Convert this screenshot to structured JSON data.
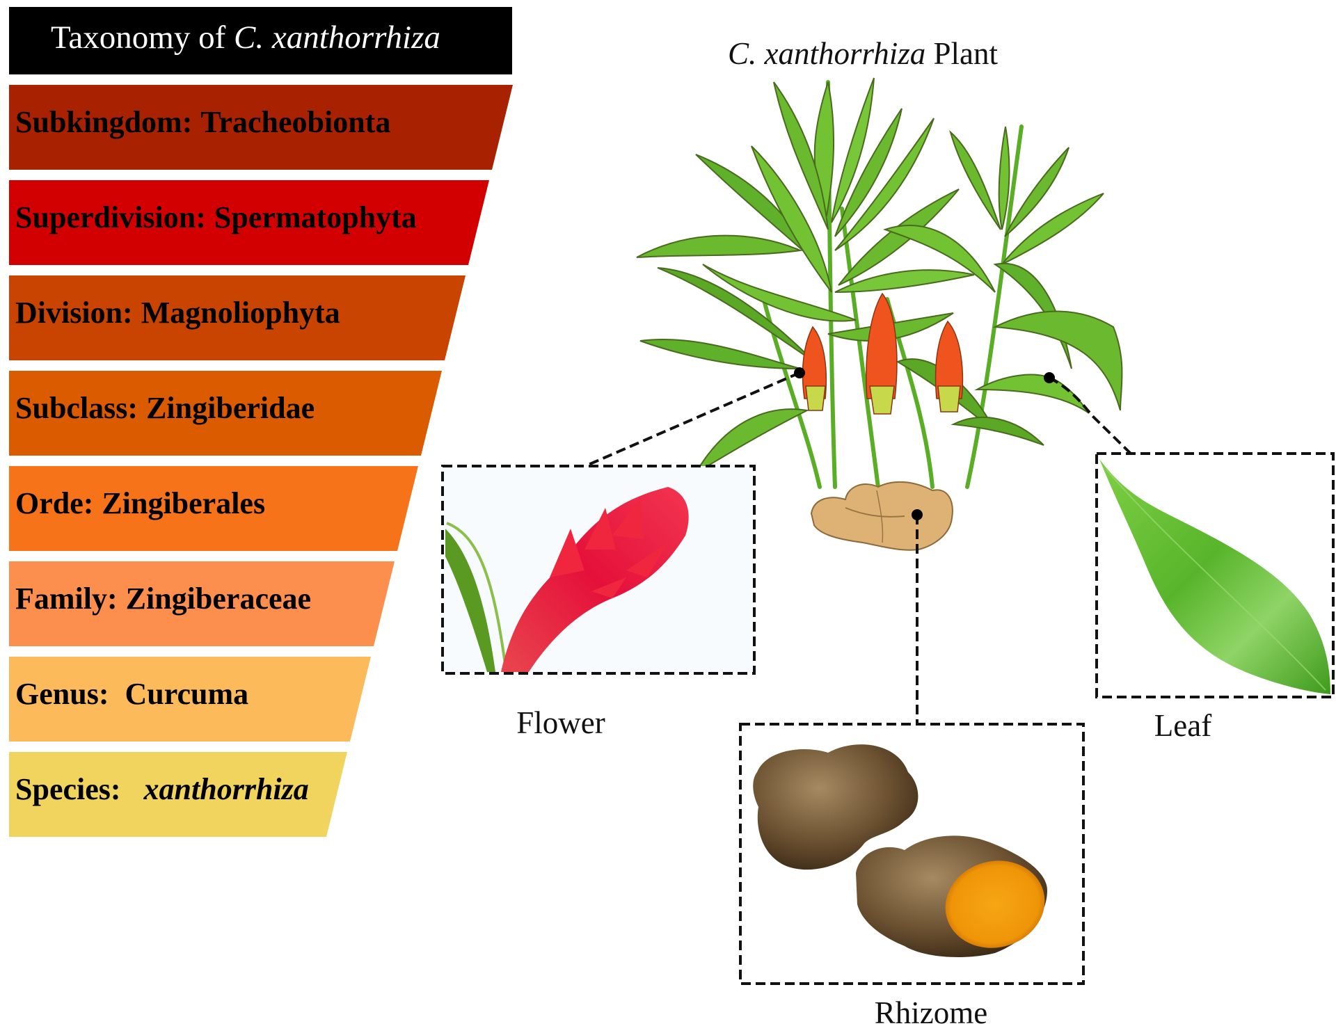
{
  "header": {
    "title_prefix": "Taxonomy of ",
    "title_genus": "C.",
    "title_species": "xanthorrhiza",
    "background": "#000000",
    "text_color": "#ffffff"
  },
  "taxonomy": [
    {
      "rank": "Subkingdom:",
      "value": "Tracheobionta",
      "italic": false,
      "color": "#A82100"
    },
    {
      "rank": "Superdivision:",
      "value": "Spermatophyta",
      "italic": false,
      "color": "#D20000"
    },
    {
      "rank": "Division:",
      "value": "Magnoliophyta",
      "italic": false,
      "color": "#C84400"
    },
    {
      "rank": "Subclass:",
      "value": "Zingiberidae",
      "italic": false,
      "color": "#DB5B00"
    },
    {
      "rank": "Orde:",
      "value": "Zingiberales",
      "italic": false,
      "color": "#F6731A"
    },
    {
      "rank": "Family:",
      "value": "Zingiberaceae",
      "italic": false,
      "color": "#FD8F4E"
    },
    {
      "rank": "Genus: ",
      "value": "Curcuma",
      "italic": false,
      "color": "#FDBA5A"
    },
    {
      "rank": "Species: ",
      "value": "xanthorrhiza",
      "italic": true,
      "color": "#F1D45E"
    }
  ],
  "plant": {
    "title_italic": "C. xanthorrhiza",
    "title_suffix": " Plant",
    "leaf_green": "#6DBE2E",
    "leaf_dark": "#4E9A22",
    "flower_color": "#F0541E",
    "rhizome_color": "#DDB274"
  },
  "parts": [
    {
      "id": "flower",
      "label": "Flower"
    },
    {
      "id": "rhizome",
      "label": "Rhizome"
    },
    {
      "id": "leaf",
      "label": "Leaf"
    }
  ]
}
